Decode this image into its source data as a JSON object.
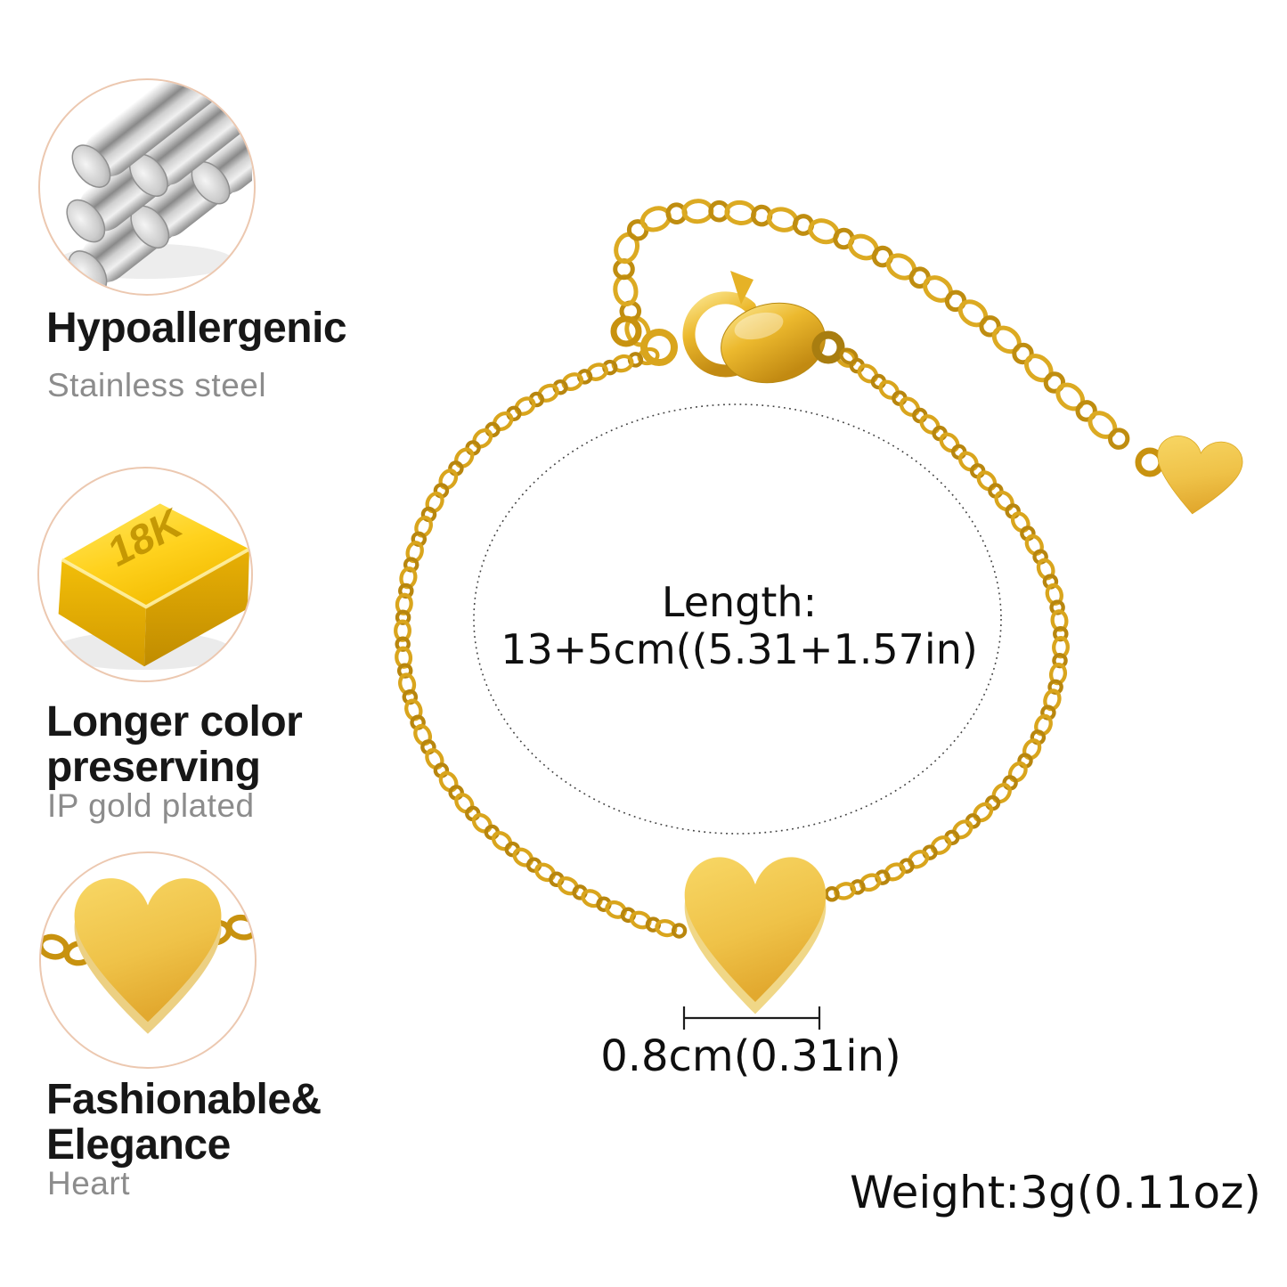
{
  "features": [
    {
      "icon": "steel-rods",
      "title_lines": [
        "Hypoallergenic",
        ""
      ],
      "subtitle": "Stainless steel"
    },
    {
      "icon": "gold-bar",
      "title_lines": [
        "Longer color",
        "preserving"
      ],
      "subtitle": "IP gold plated",
      "badge": "18K"
    },
    {
      "icon": "heart-charm",
      "title_lines": [
        "Fashionable&",
        "Elegance"
      ],
      "subtitle": "Heart"
    }
  ],
  "bracelet": {
    "length_label": "Length:",
    "length_value": "13+5cm((5.31+1.57in)",
    "charm_width": "0.8cm(0.31in)",
    "weight": "Weight:3g(0.11oz)"
  },
  "colors": {
    "gold_light": "#f8d765",
    "gold_mid": "#e3ac28",
    "gold_dark": "#b8860e",
    "circle_border": "#ecc8b0",
    "title_text": "#171717",
    "subtitle_text": "#8c8c8c",
    "annotation_text": "#0f0f0f"
  }
}
